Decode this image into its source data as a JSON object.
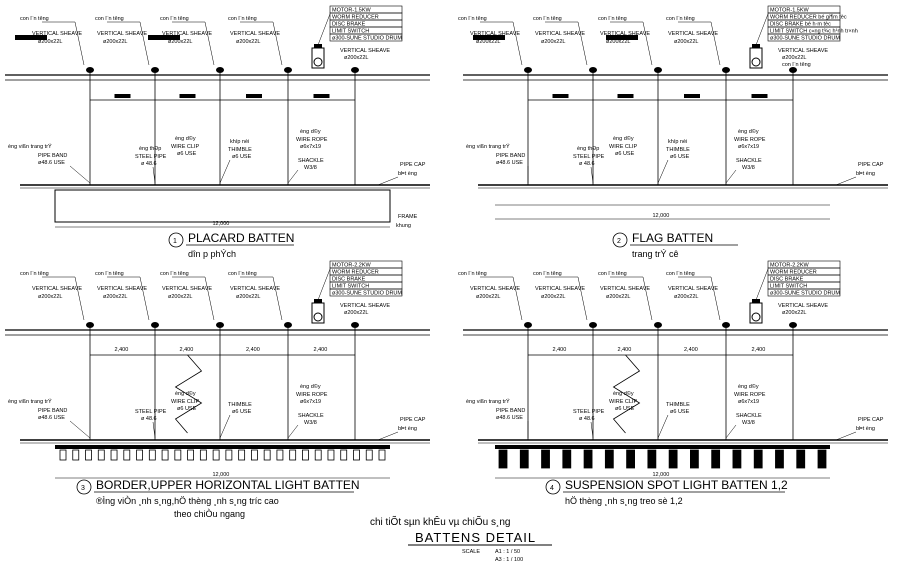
{
  "panels": [
    {
      "num": "1",
      "title": "PLACARD BATTEN",
      "subtitle": "dîn ­p phÝch",
      "top_labels": [
        "con l¨n t­êng",
        "con l¨n t­êng",
        "con l¨n t­êng",
        "con l¨n t­êng"
      ],
      "sheave_labels": [
        {
          "name": "VERTICAL SHEAVE",
          "size": "ø200x22L"
        },
        {
          "name": "VERTICAL SHEAVE",
          "size": "ø200x22L"
        },
        {
          "name": "VERTICAL SHEAVE",
          "size": "ø200x22L"
        },
        {
          "name": "VERTICAL SHEAVE",
          "size": "ø200x22L"
        }
      ],
      "motor_box": [
        "MOTOR-1.5KW",
        "WORM REDUCER",
        "DISC BRAKE",
        "LIMIT SWITCH",
        "ø300-SUNE STUDIO DRUM"
      ],
      "right_sheave": {
        "name": "VERTICAL SHEAVE",
        "size": "ø200x22L"
      },
      "pipe_band": [
        "èng vißn trang trÝ",
        "PIPE BAND",
        "ø48.6 USE"
      ],
      "steel_pipe": [
        "èng thÐp",
        "STEEL PIPE",
        "ø 48.6"
      ],
      "wire_clip": [
        "èng d©y",
        "WIRE CLIP",
        "ø6 USE"
      ],
      "thimble": [
        "khíp nèi",
        "THIMBLE",
        "ø6 USE"
      ],
      "wire_rope": [
        "èng d©y",
        "WIRE ROPE",
        "ø6x7x19"
      ],
      "shackle": [
        "SHACKLE",
        "W3/8"
      ],
      "pipe_cap": [
        "PIPE CAP",
        "bÞt èng"
      ],
      "frame": [
        "FRAME",
        "khung"
      ],
      "dimension": "12,000"
    },
    {
      "num": "2",
      "title": "FLAG BATTEN",
      "subtitle": "trang trÝ cê",
      "top_labels": [
        "con l¨n t­êng",
        "con l¨n t­êng",
        "con l¨n t­êng",
        "con l¨n t­êng"
      ],
      "sheave_labels": [
        {
          "name": "VERTICAL SHEAVE",
          "size": "ø200x22L"
        },
        {
          "name": "VERTICAL SHEAVE",
          "size": "ø200x22L"
        },
        {
          "name": "VERTICAL SHEAVE",
          "size": "ø200x22L"
        },
        {
          "name": "VERTICAL SHEAVE",
          "size": "ø200x22L"
        }
      ],
      "motor_box": [
        "MOTOR-1.5KW",
        "WORM REDUCER bé gi¶m tèc",
        "DISC BRAKE bé h·m tèc",
        "LIMIT SWITCH c«ng t¾c h¹nh tr×nh",
        "ø300-SUNE STUDIO DRUM"
      ],
      "right_sheave": {
        "name": "VERTICAL SHEAVE",
        "size": "ø200x22L",
        "extra": "con l¨n t­êng"
      },
      "pipe_band": [
        "èng vißn trang trÝ",
        "PIPE BAND",
        "ø48.6 USE"
      ],
      "steel_pipe": [
        "èng thÐp",
        "STEEL PIPE",
        "ø 48.6"
      ],
      "wire_clip": [
        "èng d©y",
        "WIRE CLIP",
        "ø6 USE"
      ],
      "thimble": [
        "khíp nèi",
        "THIMBLE",
        "ø6 USE"
      ],
      "wire_rope": [
        "èng d©y",
        "WIRE ROPE",
        "ø6x7x19"
      ],
      "shackle": [
        "SHACKLE",
        "W3/8"
      ],
      "pipe_cap": [
        "PIPE CAP",
        "bÞt èng"
      ],
      "dimension": "12,000"
    },
    {
      "num": "3",
      "title": "BORDER,UPPER HORIZONTAL LIGHT BATTEN",
      "subtitle": "®Ìng viÒn ¸nh s¸ng,hÖ thèng ¸nh s¸ng tr­íc cao",
      "subtitle2": "theo chiÒu ngang",
      "top_labels": [
        "con l¨n t­êng",
        "con l¨n t­êng",
        "con l¨n t­êng",
        "con l¨n t­êng"
      ],
      "sheave_labels": [
        {
          "name": "VERTICAL SHEAVE",
          "size": "ø200x22L"
        },
        {
          "name": "VERTICAL SHEAVE",
          "size": "ø200x22L"
        },
        {
          "name": "VERTICAL SHEAVE",
          "size": "ø200x22L"
        },
        {
          "name": "VERTICAL SHEAVE",
          "size": "ø200x22L"
        }
      ],
      "motor_box": [
        "MOTOR-2.2KW",
        "WORM REDUCER",
        "DISC BRAKE",
        "LIMIT SWITCH",
        "ø300-SUNE STUDIO DRUM"
      ],
      "right_sheave": {
        "name": "VERTICAL SHEAVE",
        "size": "ø200x22L"
      },
      "spacing": [
        "2,400",
        "2,400",
        "2,400",
        "2,400"
      ],
      "pipe_band": [
        "èng vißn trang trÝ",
        "PIPE BAND",
        "ø48.6 USE"
      ],
      "steel_pipe": [
        "STEEL PIPE",
        "ø 48.6"
      ],
      "wire_clip": [
        "èng d©y",
        "WIRE CLIP",
        "ø6 USE"
      ],
      "thimble": [
        "THIMBLE",
        "ø6 USE"
      ],
      "wire_rope": [
        "èng d©y",
        "WIRE ROPE",
        "ø6x7x19"
      ],
      "shackle": [
        "SHACKLE",
        "W3/8"
      ],
      "pipe_cap": [
        "PIPE CAP",
        "bÞt èng"
      ],
      "dimension": "12,000"
    },
    {
      "num": "4",
      "title": "SUSPENSION SPOT LIGHT BATTEN 1,2",
      "subtitle": "hÖ thèng ¸nh s¸ng treo sè 1,2",
      "top_labels": [
        "con l¨n t­êng",
        "con l¨n t­êng",
        "con l¨n t­êng",
        "con l¨n t­êng"
      ],
      "sheave_labels": [
        {
          "name": "VERTICAL SHEAVE",
          "size": "ø200x22L"
        },
        {
          "name": "VERTICAL SHEAVE",
          "size": "ø200x22L"
        },
        {
          "name": "VERTICAL SHEAVE",
          "size": "ø200x22L"
        },
        {
          "name": "VERTICAL SHEAVE",
          "size": "ø200x22L"
        }
      ],
      "motor_box": [
        "MOTOR-2.2KW",
        "WORM REDUCER",
        "DISC BRAKE",
        "LIMIT SWITCH",
        "ø300-SUNE STUDIO DRUM"
      ],
      "right_sheave": {
        "name": "VERTICAL SHEAVE",
        "size": "ø200x22L"
      },
      "spacing": [
        "2,400",
        "2,400",
        "2,400",
        "2,400"
      ],
      "pipe_band": [
        "èng vißn trang trÝ",
        "PIPE BAND",
        "ø48.6 USE"
      ],
      "steel_pipe": [
        "STEEL PIPE",
        "ø 48.6"
      ],
      "wire_clip": [
        "èng d©y",
        "WIRE CLIP",
        "ø6 USE"
      ],
      "thimble": [
        "THIMBLE",
        "ø6 USE"
      ],
      "wire_rope": [
        "èng d©y",
        "WIRE ROPE",
        "ø6x7x19"
      ],
      "shackle": [
        "SHACKLE",
        "W3/8"
      ],
      "pipe_cap": [
        "PIPE CAP",
        "bÞt èng"
      ],
      "dimension": "12,000"
    }
  ],
  "footer": {
    "vn_title": "chi tiÕt sµn khÊu vµ chiÕu s¸ng",
    "title": "BATTENS DETAIL",
    "scale_label": "SCALE",
    "scale1": "A1 : 1 / 50",
    "scale2": "A3 : 1 / 100"
  }
}
